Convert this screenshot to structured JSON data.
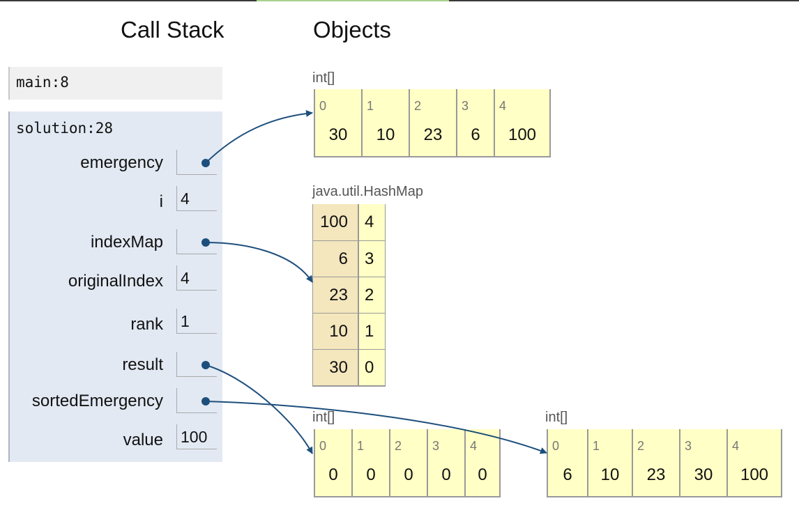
{
  "headings": {
    "call_stack": "Call Stack",
    "objects": "Objects"
  },
  "frames": [
    {
      "name": "main:8"
    },
    {
      "name": "solution:28",
      "vars": [
        {
          "name": "emergency",
          "value": "",
          "pointer": true
        },
        {
          "name": "i",
          "value": "4",
          "pointer": false
        },
        {
          "name": "indexMap",
          "value": "",
          "pointer": true
        },
        {
          "name": "originalIndex",
          "value": "4",
          "pointer": false
        },
        {
          "name": "rank",
          "value": "1",
          "pointer": false
        },
        {
          "name": "result",
          "value": "",
          "pointer": true
        },
        {
          "name": "sortedEmergency",
          "value": "",
          "pointer": true
        },
        {
          "name": "value",
          "value": "100",
          "pointer": false
        }
      ]
    }
  ],
  "objects": {
    "emergency": {
      "type": "int[]",
      "indices": [
        "0",
        "1",
        "2",
        "3",
        "4"
      ],
      "values": [
        "30",
        "10",
        "23",
        "6",
        "100"
      ]
    },
    "indexMap": {
      "type": "java.util.HashMap",
      "entries": [
        {
          "key": "100",
          "value": "4"
        },
        {
          "key": "6",
          "value": "3"
        },
        {
          "key": "23",
          "value": "2"
        },
        {
          "key": "10",
          "value": "1"
        },
        {
          "key": "30",
          "value": "0"
        }
      ]
    },
    "result": {
      "type": "int[]",
      "indices": [
        "0",
        "1",
        "2",
        "3",
        "4"
      ],
      "values": [
        "0",
        "0",
        "0",
        "0",
        "0"
      ]
    },
    "sortedEmergency": {
      "type": "int[]",
      "indices": [
        "0",
        "1",
        "2",
        "3",
        "4"
      ],
      "values": [
        "6",
        "10",
        "23",
        "30",
        "100"
      ]
    }
  },
  "colors": {
    "frame_active_bg": "#e2e9f3",
    "array_cell_bg": "#ffffc6",
    "hashmap_key_bg": "#f4e6bd",
    "pointer": "#1d4f7c",
    "tab_accent": "#a9d18e"
  }
}
